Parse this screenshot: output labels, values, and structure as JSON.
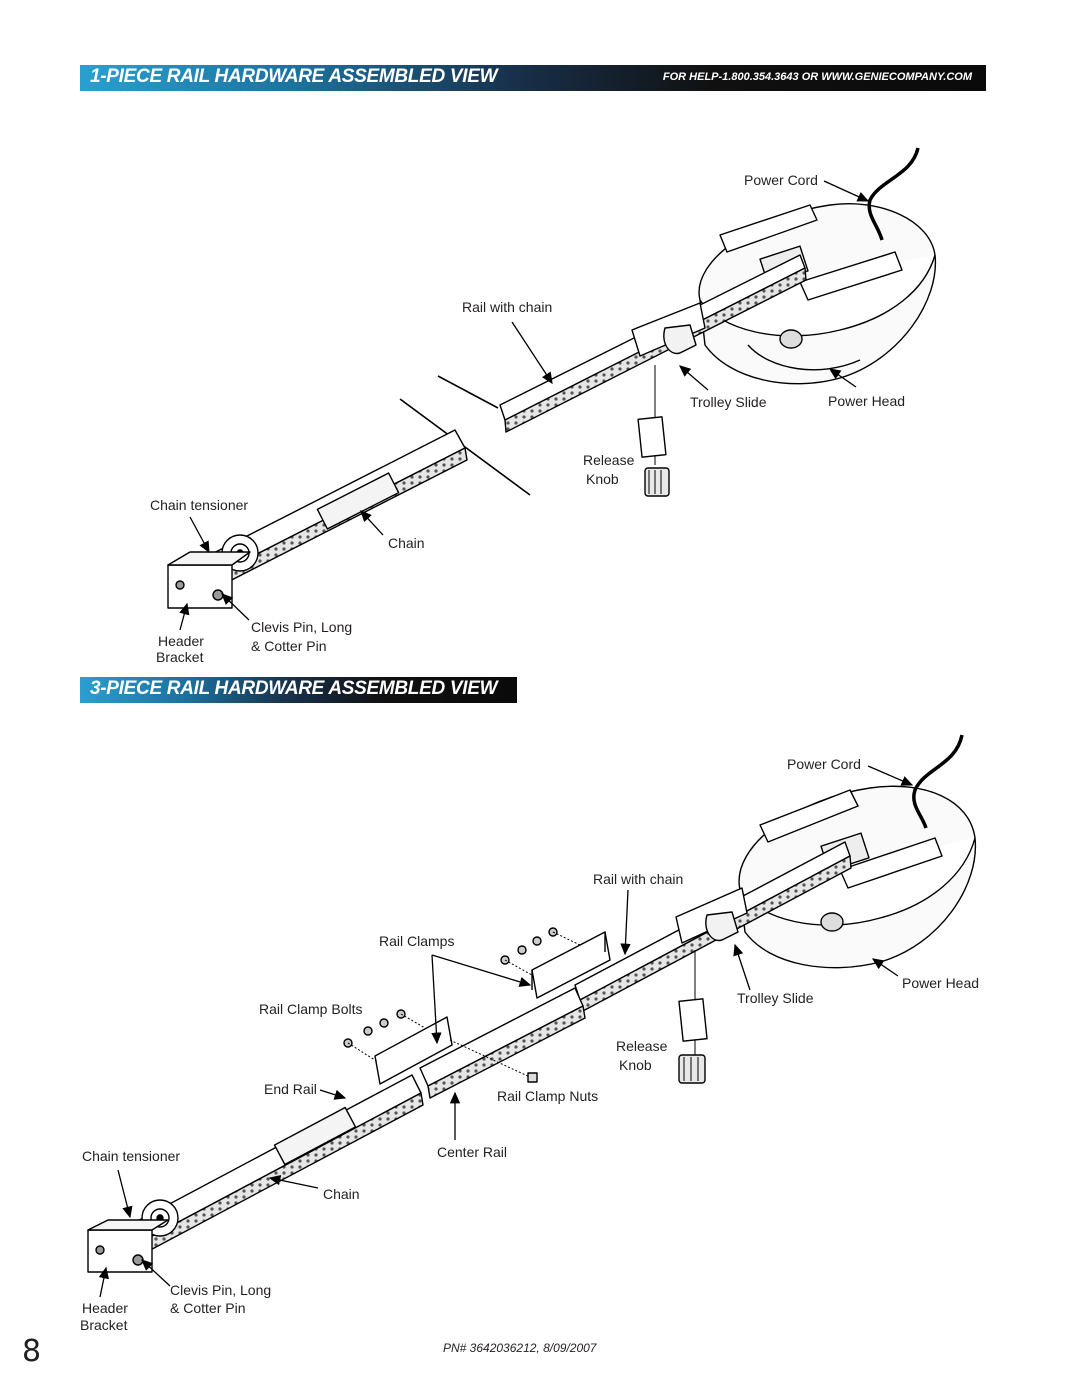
{
  "header": {
    "title1": "1-PIECE RAIL HARDWARE ASSEMBLED VIEW",
    "help": "FOR HELP-1.800.354.3643 OR WWW.GENIECOMPANY.COM",
    "title3": "3-PIECE RAIL HARDWARE ASSEMBLED VIEW"
  },
  "diagram1": {
    "power_cord": "Power Cord",
    "rail_with_chain": "Rail with chain",
    "trolley_slide": "Trolley Slide",
    "power_head": "Power Head",
    "release_knob_1": "Release",
    "release_knob_2": "Knob",
    "chain_tensioner": "Chain tensioner",
    "chain": "Chain",
    "clevis_pin_1": "Clevis Pin, Long",
    "clevis_pin_2": "& Cotter Pin",
    "header_bracket_1": "Header",
    "header_bracket_2": "Bracket"
  },
  "diagram3": {
    "power_cord": "Power Cord",
    "rail_with_chain": "Rail with chain",
    "rail_clamps": "Rail Clamps",
    "rail_clamp_bolts": "Rail Clamp Bolts",
    "power_head": "Power Head",
    "trolley_slide": "Trolley Slide",
    "release_knob_1": "Release",
    "release_knob_2": "Knob",
    "end_rail": "End Rail",
    "rail_clamp_nuts": "Rail Clamp Nuts",
    "center_rail": "Center Rail",
    "chain_tensioner": "Chain tensioner",
    "chain": "Chain",
    "clevis_pin_1": "Clevis Pin, Long",
    "clevis_pin_2": "& Cotter Pin",
    "header_bracket_1": "Header",
    "header_bracket_2": "Bracket"
  },
  "footer": {
    "page_number": "8",
    "part_number": "PN# 3642036212, 8/09/2007"
  }
}
